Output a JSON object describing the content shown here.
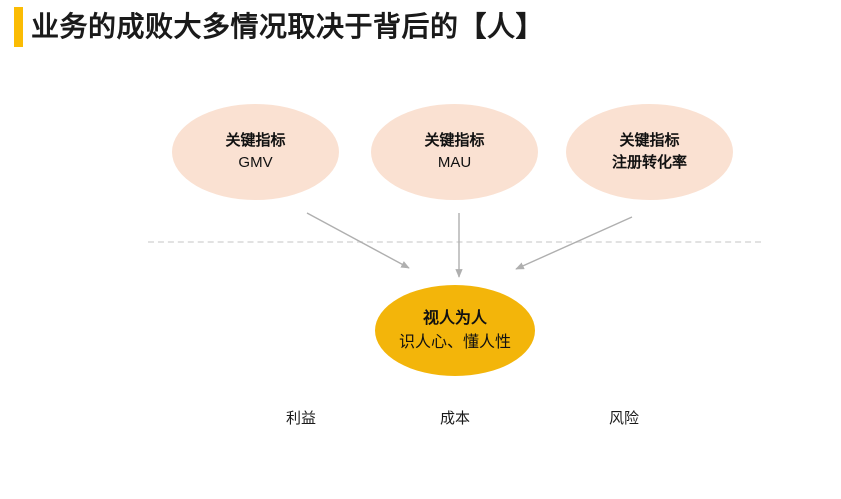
{
  "slide": {
    "title": "业务的成败大多情况取决于背后的【人】",
    "accent_color": "#FBBC04",
    "background_color": "#FFFFFF"
  },
  "metrics": {
    "ellipse_fill": "#FAE1D2",
    "items": [
      {
        "line1": "关键指标",
        "line2": "GMV",
        "line2_bold": false
      },
      {
        "line1": "关键指标",
        "line2": "MAU",
        "line2_bold": false
      },
      {
        "line1": "关键指标",
        "line2": "注册转化率",
        "line2_bold": true
      }
    ]
  },
  "core": {
    "fill": "#F3B50A",
    "line1": "视人为人",
    "line2": "识人心、懂人性"
  },
  "outcomes": {
    "border_color": "#FBC402",
    "items": [
      {
        "label": "利益"
      },
      {
        "label": "成本"
      },
      {
        "label": "风险"
      }
    ]
  },
  "connectors": {
    "color": "#AFAFAF",
    "divider_color": "#E2E2E2"
  }
}
